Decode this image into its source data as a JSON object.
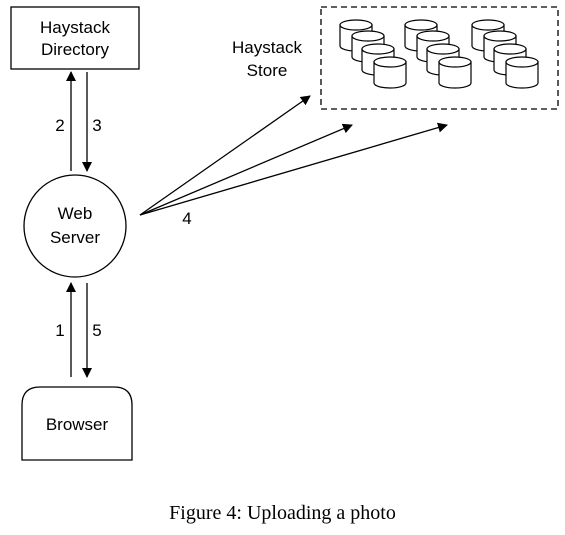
{
  "diagram": {
    "directory": {
      "line1": "Haystack",
      "line2": "Directory"
    },
    "store": {
      "line1": "Haystack",
      "line2": "Store"
    },
    "webserver": {
      "line1": "Web",
      "line2": "Server"
    },
    "browser": {
      "label": "Browser"
    },
    "arrows": {
      "to_directory": "2",
      "from_directory": "3",
      "to_store": "4",
      "from_browser": "1",
      "to_browser": "5"
    }
  },
  "caption": "Figure 4: Uploading a photo"
}
